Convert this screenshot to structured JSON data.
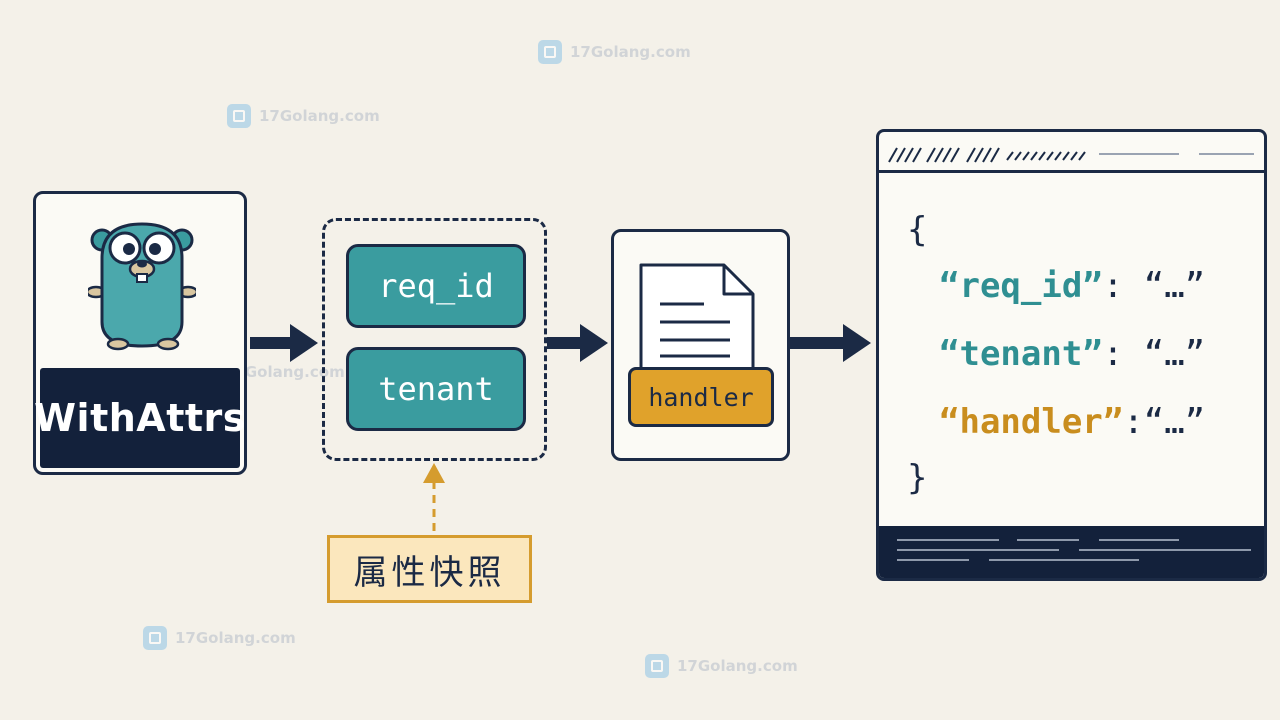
{
  "gopher": {
    "label": "WithAttrs"
  },
  "attributes": [
    {
      "label": "req_id"
    },
    {
      "label": "tenant"
    }
  ],
  "snapshot": {
    "label": "属性快照"
  },
  "handler": {
    "label": "handler"
  },
  "output": {
    "open_brace": "{",
    "close_brace": "}",
    "lines": [
      {
        "key": "“req_id”",
        "sep": ": ",
        "value": "“…”"
      },
      {
        "key": "“tenant”",
        "sep": ": ",
        "value": "“…”"
      },
      {
        "key": "“handler”",
        "sep": ":",
        "value": "“…”"
      }
    ]
  },
  "watermark": {
    "text": "17Golang.com"
  },
  "colors": {
    "navy": "#1b2a45",
    "teal": "#3a9c9f",
    "gold": "#e0a22b",
    "paper": "#f4f1e9"
  }
}
